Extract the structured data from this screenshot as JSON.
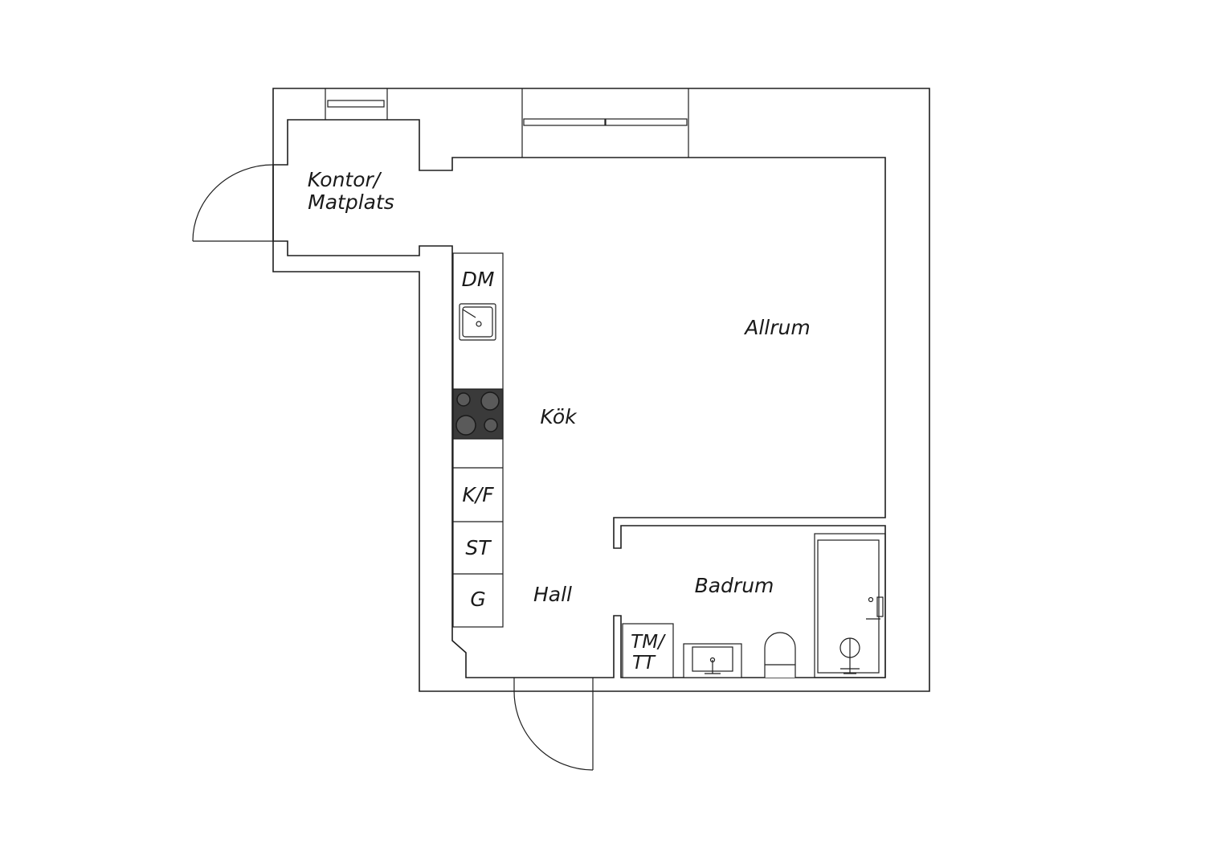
{
  "rooms": {
    "kontor_line1": "Kontor/",
    "kontor_line2": "Matplats",
    "allrum": "Allrum",
    "kok": "Kök",
    "hall": "Hall",
    "badrum": "Badrum"
  },
  "appliances": {
    "dm": "DM",
    "kf": "K/F",
    "st": "ST",
    "g": "G",
    "tm_line1": "TM/",
    "tm_line2": "TT"
  }
}
